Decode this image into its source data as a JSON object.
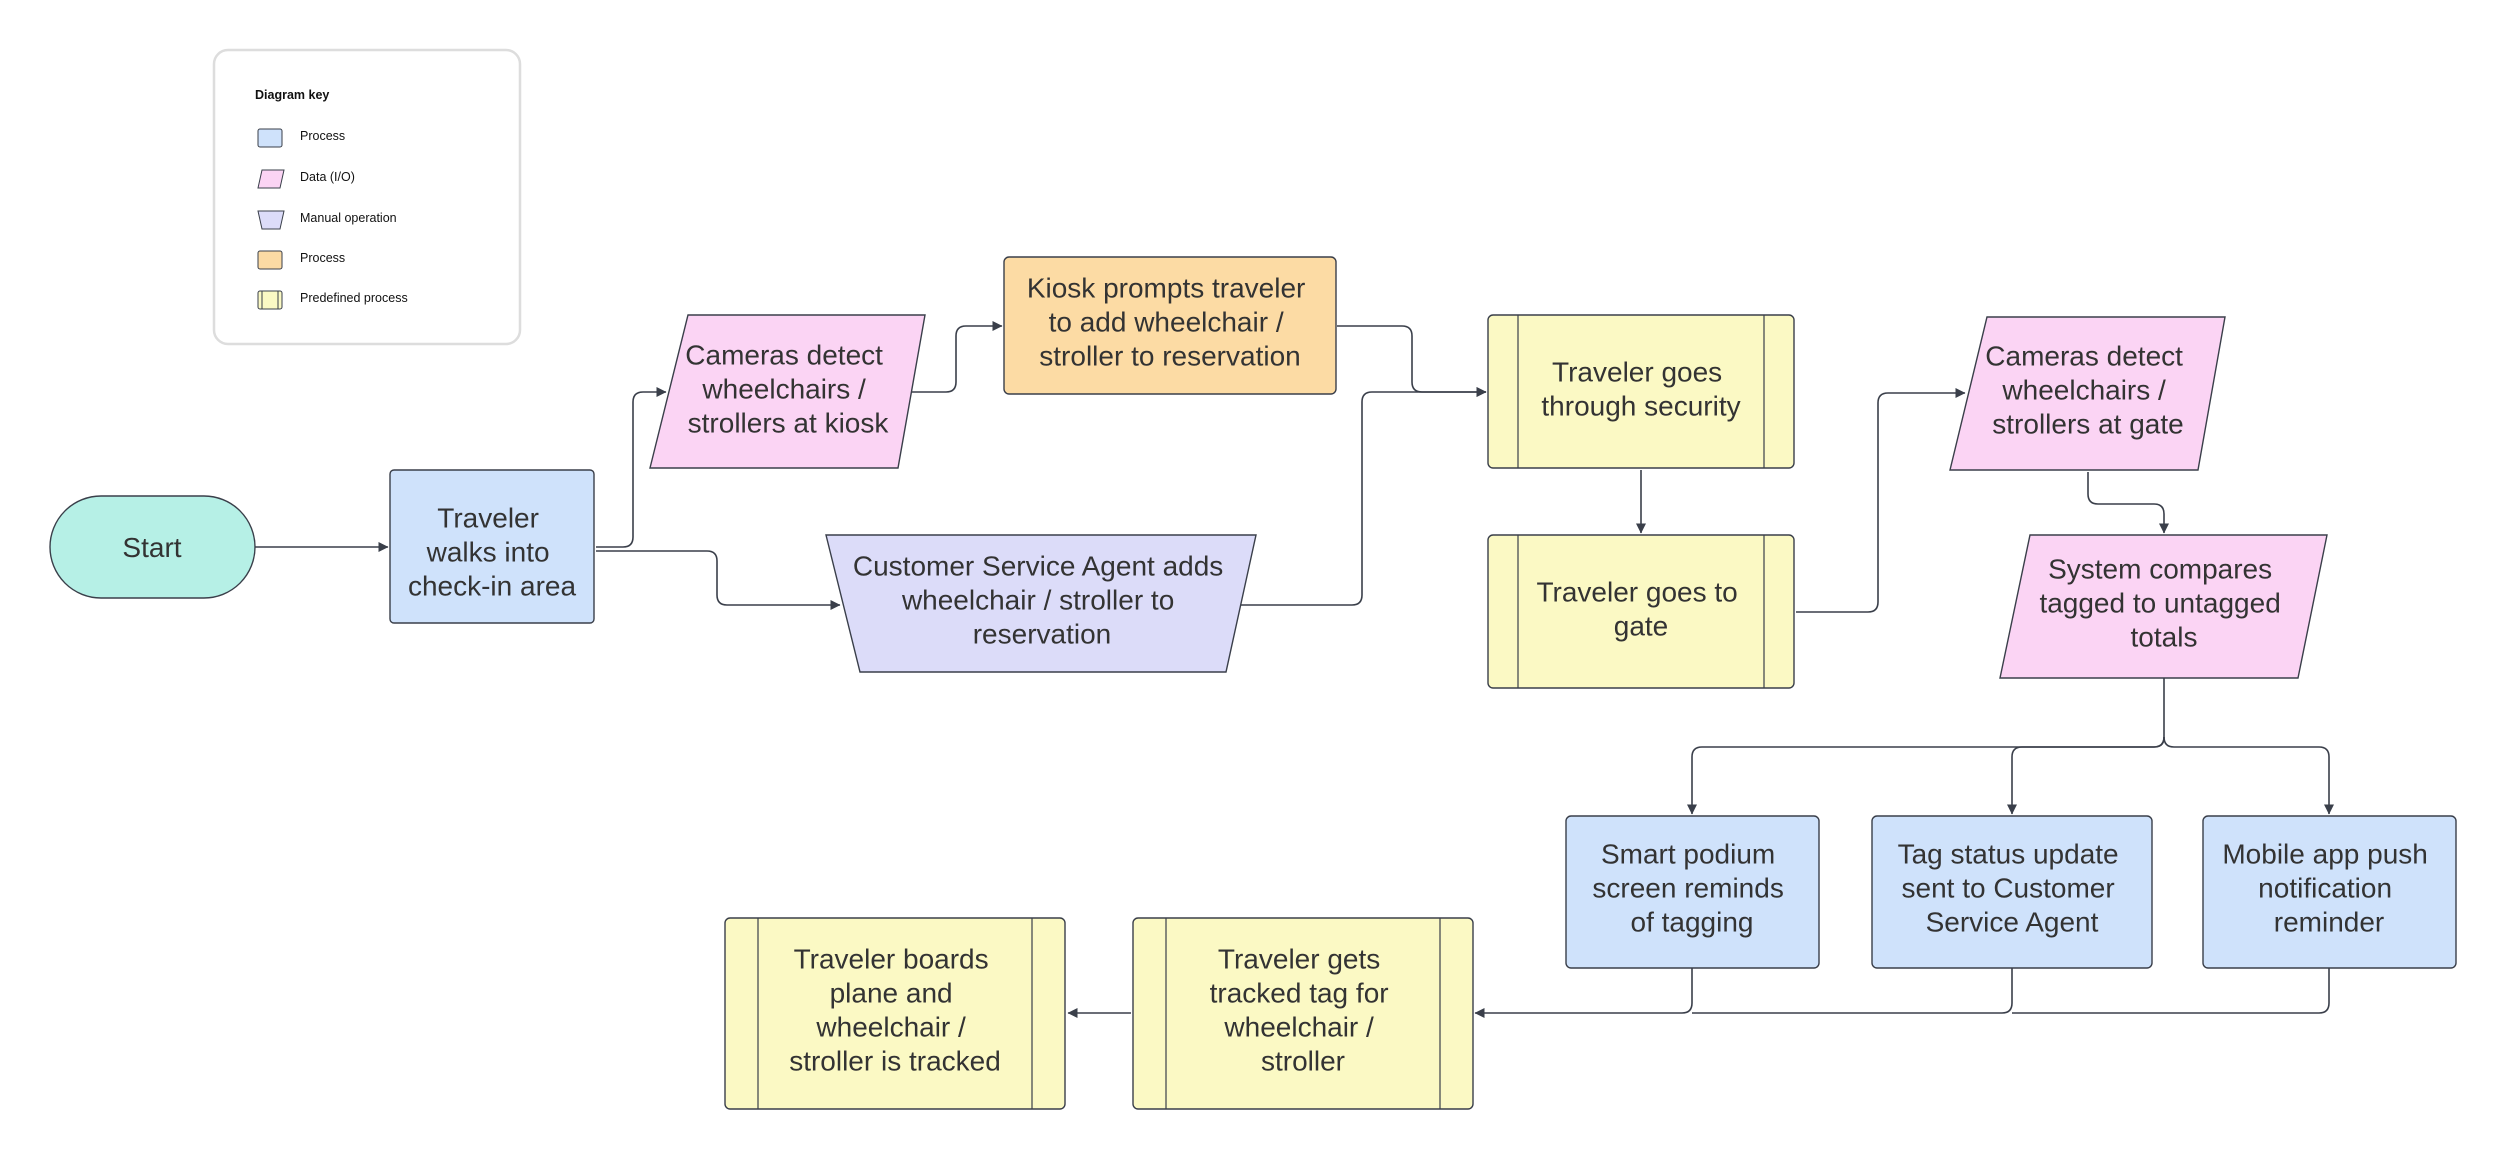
{
  "key": {
    "title": "Diagram key",
    "items": [
      {
        "label": "Process",
        "color": "#cfe2fb",
        "shape": "rect"
      },
      {
        "label": "Data (I/O)",
        "color": "#fbd4f4",
        "shape": "parallelogram"
      },
      {
        "label": "Manual operation",
        "color": "#dcdcf9",
        "shape": "trapezoid"
      },
      {
        "label": "Process",
        "color": "#fcdba4",
        "shape": "rect"
      },
      {
        "label": "Predefined process",
        "color": "#fbf9c4",
        "shape": "predefined"
      }
    ]
  },
  "nodes": {
    "start": {
      "text": [
        "Start"
      ]
    },
    "check_in": {
      "text": [
        "Traveler",
        "walks into",
        "check-in area"
      ]
    },
    "cameras_kiosk": {
      "text": [
        "Cameras detect",
        "wheelchairs /",
        "strollers at kiosk"
      ]
    },
    "kiosk_prompt": {
      "text": [
        "Kiosk prompts traveler",
        "to add wheelchair /",
        "stroller to reservation"
      ]
    },
    "csa_adds": {
      "text": [
        "Customer Service Agent adds",
        "wheelchair / stroller to",
        "reservation"
      ]
    },
    "security": {
      "text": [
        "Traveler goes",
        "through security"
      ]
    },
    "to_gate": {
      "text": [
        "Traveler goes to",
        "gate"
      ]
    },
    "cameras_gate": {
      "text": [
        "Cameras detect",
        "wheelchairs /",
        "strollers at gate"
      ]
    },
    "compare": {
      "text": [
        "System compares",
        "tagged to untagged",
        "totals"
      ]
    },
    "podium": {
      "text": [
        "Smart podium",
        "screen reminds",
        "of tagging"
      ]
    },
    "tag_status": {
      "text": [
        "Tag status update",
        "sent to Customer",
        "Service Agent"
      ]
    },
    "push": {
      "text": [
        "Mobile app push",
        "notification",
        "reminder"
      ]
    },
    "tracked_tag": {
      "text": [
        "Traveler gets",
        "tracked tag for",
        "wheelchair /",
        "stroller"
      ]
    },
    "boards": {
      "text": [
        "Traveler boards",
        "plane and",
        "wheelchair /",
        "stroller is tracked"
      ]
    }
  },
  "colors": {
    "terminal": "#b6f0e6",
    "process_blue": "#cfe2fb",
    "data_pink": "#fbd4f4",
    "manual_lavender": "#dcdcf9",
    "process_orange": "#fcdba4",
    "predefined_yellow": "#fbf9c4",
    "stroke": "#3a3f4a",
    "key_border": "#dddddd"
  }
}
